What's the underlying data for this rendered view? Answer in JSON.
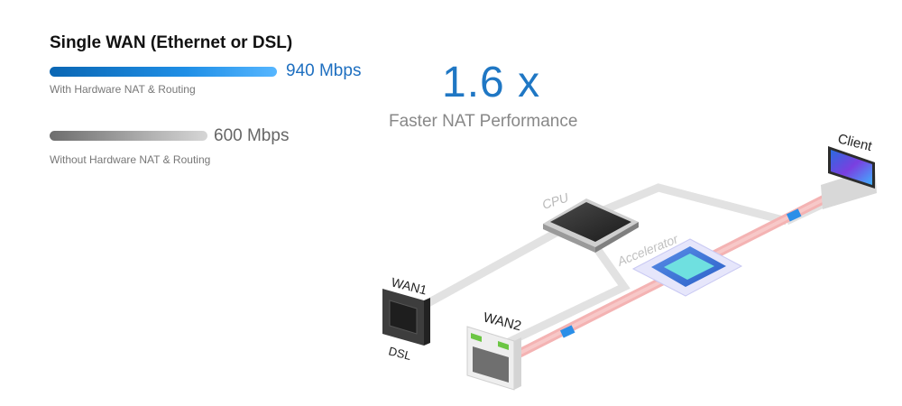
{
  "header": {
    "title": "Single WAN (Ethernet or DSL)"
  },
  "comparison": [
    {
      "value_text": "940 Mbps",
      "caption": "With Hardware NAT & Routing",
      "color": "#1e7fd6"
    },
    {
      "value_text": "600 Mbps",
      "caption": "Without Hardware NAT & Routing",
      "color": "#9a9a9a"
    }
  ],
  "highlight": {
    "multiplier": "1.6 x",
    "subtitle": "Faster NAT Performance"
  },
  "diagram": {
    "labels": {
      "cpu": "CPU",
      "accelerator": "Accelerator",
      "client": "Client",
      "wan1": "WAN1",
      "dsl": "DSL",
      "wan2": "WAN2"
    },
    "colors": {
      "fast_path": "#f2a8a8",
      "slow_path": "#e3e3e3",
      "packet": "#2b8fe8",
      "port_led": "#6cc644"
    }
  }
}
